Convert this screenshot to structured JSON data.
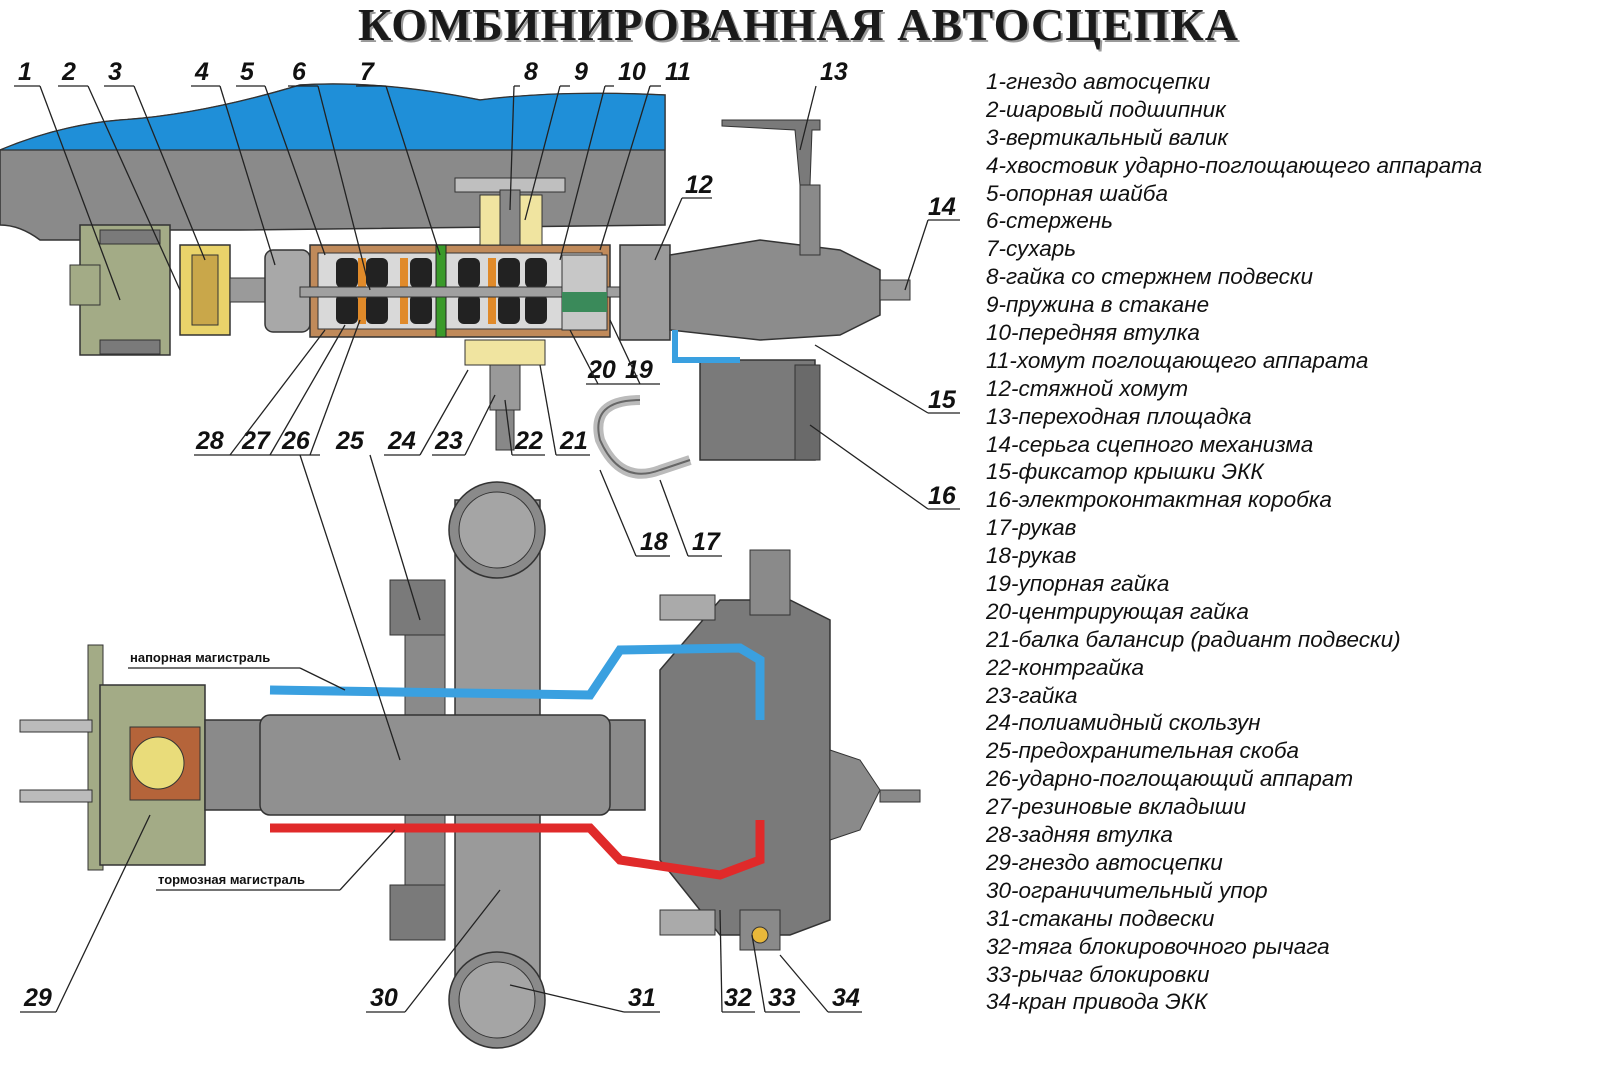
{
  "title": "КОМБИНИРОВАННАЯ АВТОСЦЕПКА",
  "callouts": [
    "1",
    "2",
    "3",
    "4",
    "5",
    "6",
    "7",
    "8",
    "9",
    "10",
    "11",
    "12",
    "13",
    "14",
    "15",
    "16",
    "17",
    "18",
    "19",
    "20",
    "21",
    "22",
    "23",
    "24",
    "25",
    "26",
    "27",
    "28",
    "29",
    "30",
    "31",
    "32",
    "33",
    "34"
  ],
  "captions": {
    "pressure_line": "напорная магистраль",
    "brake_line": "тормозная магистраль"
  },
  "legend": [
    "1-гнездо автосцепки",
    "2-шаровый подшипник",
    "3-вертикальный валик",
    "4-хвостовик ударно-поглощающего аппарата",
    "5-опорная шайба",
    "6-стержень",
    "7-сухарь",
    "8-гайка со стержнем подвески",
    "9-пружина в стакане",
    "10-передняя втулка",
    "11-хомут поглощающего аппарата",
    "12-стяжной хомут",
    "13-переходная площадка",
    "14-серьга сцепного механизма",
    "15-фиксатор крышки ЭКК",
    "16-электроконтактная коробка",
    "17-рукав",
    "18-рукав",
    "19-упорная гайка",
    "20-центрирующая гайка",
    "21-балка балансир (радиант подвески)",
    "22-контргайка",
    "23-гайка",
    "24-полиамидный скользун",
    "25-предохранительная скоба",
    "26-ударно-поглощающий аппарат",
    "27-резиновые вкладыши",
    "28-задняя втулка",
    "29-гнездо автосцепки",
    "30-ограничительный упор",
    "31-стаканы подвески",
    "32-тяга блокировочного рычага",
    "33-рычаг блокировки",
    "34-кран привода ЭКК"
  ],
  "colors": {
    "body_gray": "#8c8c8c",
    "dark_gray": "#5e5e5e",
    "socket_green": "#a3ab86",
    "bearing_yellow": "#e9d36a",
    "pressure_blue": "#3aa0e0",
    "brake_red": "#e02a2a",
    "rubber_black": "#222222",
    "bushing_orange": "#e08a2a",
    "insert_green": "#3a9a2a",
    "car_blue": "#1f8fd8"
  }
}
